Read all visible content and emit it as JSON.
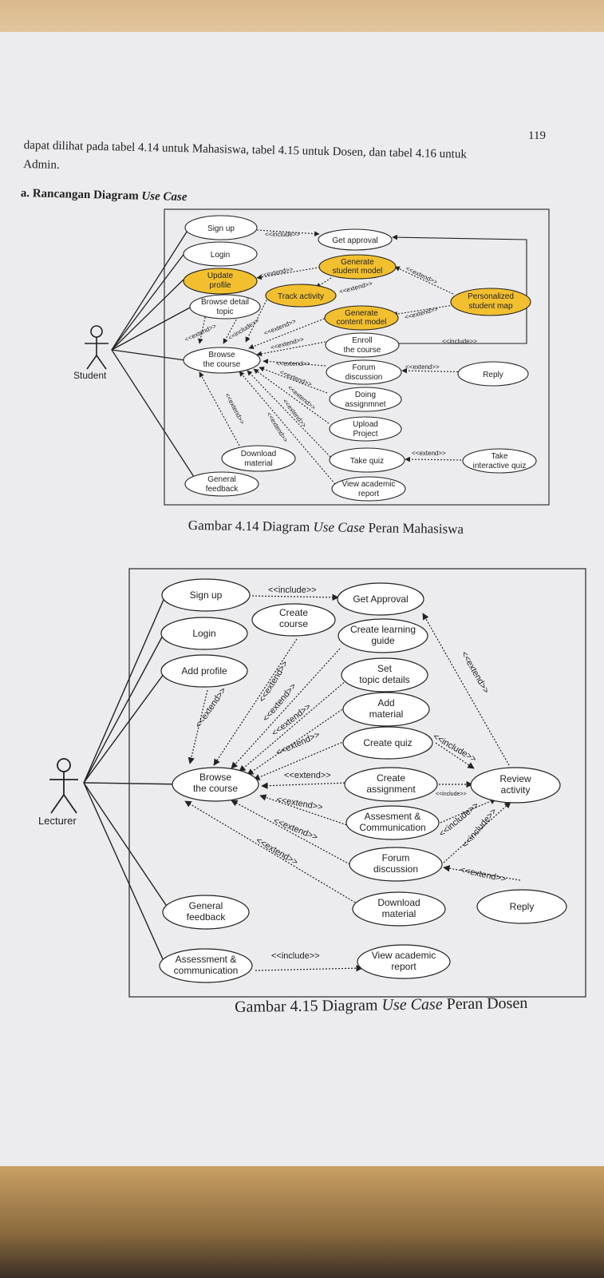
{
  "page": {
    "number": "119",
    "intro_line1": "dapat dilihat pada tabel 4.14 untuk Mahasiswa, tabel 4.15 untuk Dosen, dan tabel 4.16 untuk",
    "intro_line2": "Admin.",
    "heading_prefix": "a. Rancangan Diagram",
    "heading_italic": "Use Case"
  },
  "figure1": {
    "caption_prefix": "Gambar 4.14 Diagram",
    "caption_italic": "Use Case",
    "caption_suffix": "Peran Mahasiswa",
    "actor": "Student",
    "highlight_color": "#f2bf2e",
    "use_cases": {
      "sign_up": "Sign up",
      "login": "Login",
      "update_profile": [
        "Update",
        "profile"
      ],
      "browse_detail_topic": [
        "Browse detail",
        "topic"
      ],
      "browse_course": [
        "Browse",
        "the course"
      ],
      "download_material": [
        "Download",
        "material"
      ],
      "general_feedback": [
        "General",
        "feedback"
      ],
      "get_approval": "Get approval",
      "generate_student_model": [
        "Generate",
        "student model"
      ],
      "track_activity": "Track activity",
      "generate_content_model": [
        "Generate",
        "content model"
      ],
      "enroll": [
        "Enroll",
        "the course"
      ],
      "forum": [
        "Forum",
        "discussion"
      ],
      "doing_assignment": [
        "Doing",
        "assignmnet"
      ],
      "upload_project": [
        "Upload",
        "Project"
      ],
      "take_quiz": "Take quiz",
      "view_report": [
        "View academic",
        "report"
      ],
      "personalized_map": [
        "Personalized",
        "student map"
      ],
      "reply": "Reply",
      "take_interactive_quiz": [
        "Take",
        "interactive quiz"
      ]
    },
    "labels": {
      "include": "<<include>>",
      "extend": "<<extend>>"
    }
  },
  "figure2": {
    "caption_prefix": "Gambar 4.15 Diagram",
    "caption_italic": "Use Case",
    "caption_suffix": "Peran Dosen",
    "actor": "Lecturer",
    "use_cases": {
      "sign_up": "Sign up",
      "login": "Login",
      "add_profile": "Add profile",
      "browse_course": [
        "Browse",
        "the course"
      ],
      "general_feedback": [
        "General",
        "feedback"
      ],
      "assessment_comm_left": [
        "Assessment &",
        "communication"
      ],
      "create_course": [
        "Create",
        "course"
      ],
      "get_approval": "Get Approval",
      "create_learning_guide": [
        "Create learning",
        "guide"
      ],
      "set_topic": [
        "Set",
        "topic details"
      ],
      "add_material": [
        "Add",
        "material"
      ],
      "create_quiz": "Create quiz",
      "create_assignment": [
        "Create",
        "assignment"
      ],
      "assessment_comm": [
        "Assesment &",
        "Communication"
      ],
      "forum": [
        "Forum",
        "discussion"
      ],
      "download_material": [
        "Download",
        "material"
      ],
      "view_report": [
        "View academic",
        "report"
      ],
      "review_activity": [
        "Review",
        "activity"
      ],
      "reply": "Reply"
    },
    "labels": {
      "include": "<<include>>",
      "extend": "<<extend>>"
    }
  }
}
